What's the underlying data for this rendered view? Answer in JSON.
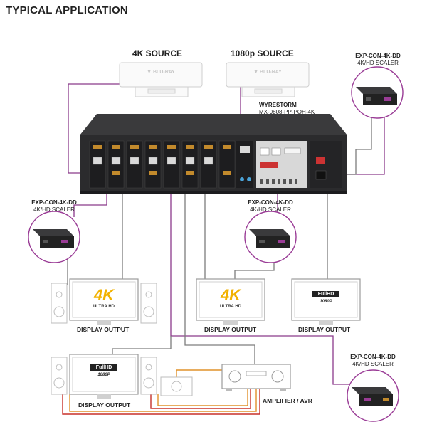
{
  "title": "TYPICAL APPLICATION",
  "sources": {
    "source_4k": "4K SOURCE",
    "source_1080p": "1080p SOURCE"
  },
  "matrix": {
    "brand": "WYRESTORM",
    "model": "MX-0808-PP-POH-4K"
  },
  "scalers": [
    {
      "name": "EXP-CON-4K-DD",
      "desc": "4K/HD SCALER"
    },
    {
      "name": "EXP-CON-4K-DD",
      "desc": "4K/HD SCALER"
    },
    {
      "name": "EXP-CON-4K-DD",
      "desc": "4K/HD SCALER"
    },
    {
      "name": "EXP-CON-4K-DD",
      "desc": "4K/HD SCALER"
    }
  ],
  "displays": [
    {
      "label": "DISPLAY OUTPUT",
      "logo_main": "4K",
      "logo_sub": "ULTRA HD"
    },
    {
      "label": "DISPLAY OUTPUT",
      "logo_main": "4K",
      "logo_sub": "ULTRA HD"
    },
    {
      "label": "DISPLAY OUTPUT",
      "logo_main": "FullHD",
      "logo_sub": "1080P"
    },
    {
      "label": "DISPLAY OUTPUT",
      "logo_main": "FullHD",
      "logo_sub": "1080P"
    }
  ],
  "amplifier": "AMPLIFIER / AVR",
  "colors": {
    "hdbaset_wire": "#8b3a8b",
    "hdmi_wire": "#7a7a7a",
    "audio_orange": "#e0922a",
    "audio_red": "#c8302a",
    "chassis": "#2b2b2d",
    "accent_4k": "#f2b200"
  }
}
